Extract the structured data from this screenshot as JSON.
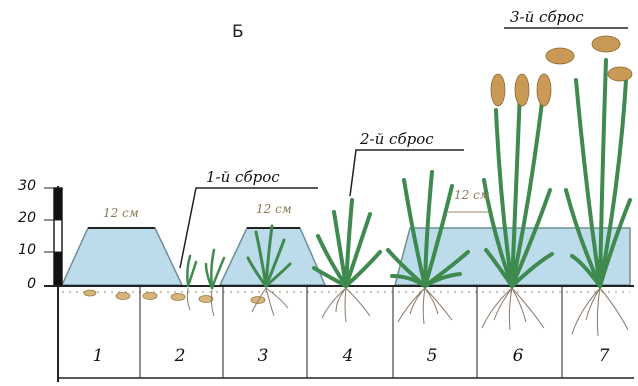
{
  "panel_letter": "Б",
  "drop_labels": [
    "1-й сброс",
    "2-й сброс",
    "3-й сброс"
  ],
  "depth_labels": [
    "12 см",
    "12 см",
    "12 см"
  ],
  "ruler_labels": [
    "30",
    "20",
    "10",
    "0"
  ],
  "stage_labels": [
    "1",
    "2",
    "3",
    "4",
    "5",
    "6",
    "7"
  ],
  "colors": {
    "water": "#bcdcec",
    "water_edge": "#6f8e99",
    "plant_green": "#3f8a4e",
    "plant_dark": "#2e6b3b",
    "panicle": "#c99a55",
    "seed": "#d7b47a",
    "root": "#8a7a6a",
    "line": "#222222"
  }
}
